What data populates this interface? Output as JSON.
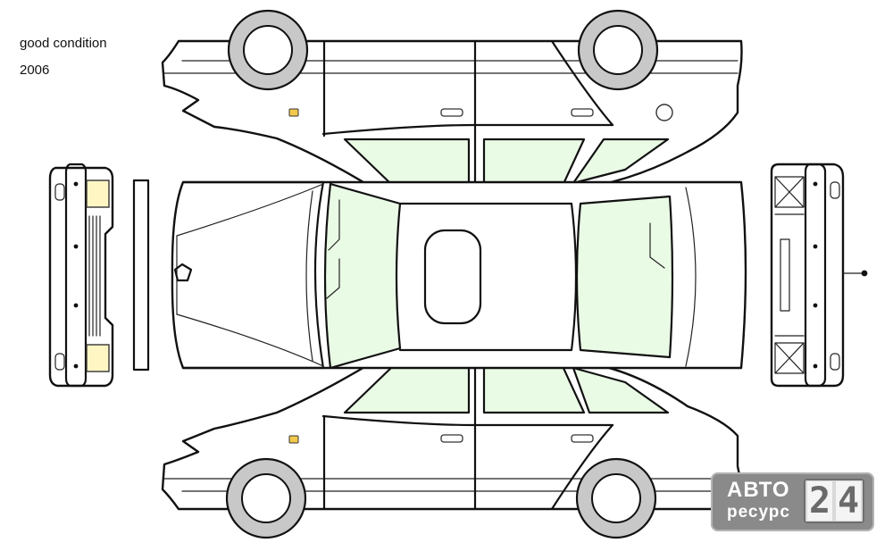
{
  "notes": {
    "condition": "good condition",
    "year": "2006"
  },
  "diagram": {
    "glass_color": "#eafbe5",
    "trim_color": "#fff6c4",
    "tire_color": "#c8c8c8",
    "outline_color": "#111111",
    "indicator_color": "#f2c94c"
  },
  "logo": {
    "word_line1": "АВТО",
    "word_line2": "ресурс",
    "digit_1": "2",
    "digit_2": "4",
    "background_color": "#8a8a8a"
  }
}
